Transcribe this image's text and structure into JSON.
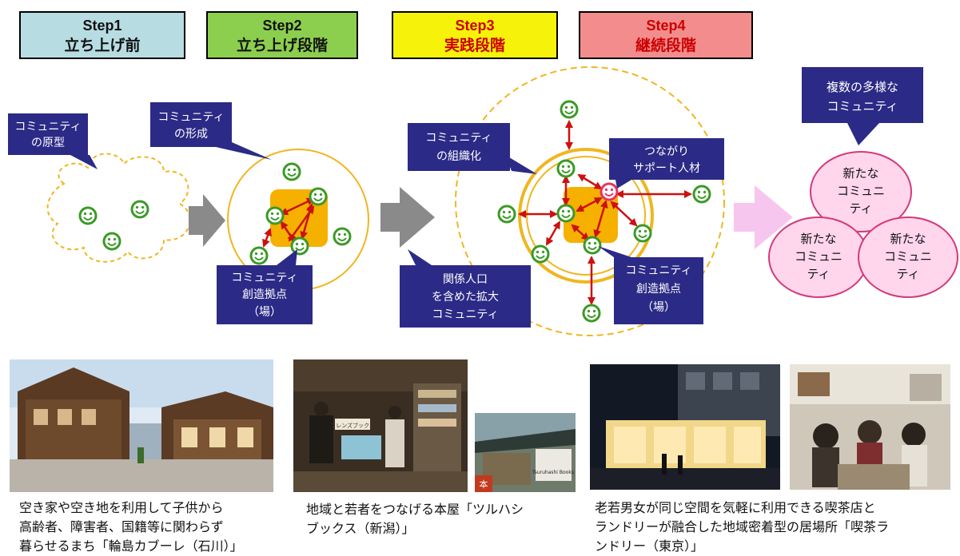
{
  "steps": [
    {
      "title": "Step1",
      "subtitle": "立ち上げ前",
      "bg": "#b7dde3",
      "color": "#111111"
    },
    {
      "title": "Step2",
      "subtitle": "立ち上げ段階",
      "bg": "#8ccf4e",
      "color": "#111111"
    },
    {
      "title": "Step3",
      "subtitle": "実践段階",
      "bg": "#f7f20a",
      "color": "#cc0000"
    },
    {
      "title": "Step4",
      "subtitle": "継続段階",
      "bg": "#f38d8d",
      "color": "#cc0000"
    }
  ],
  "callouts": {
    "prototype": [
      "コミュニティ",
      "の原型"
    ],
    "formation": [
      "コミュニティ",
      "の形成"
    ],
    "base2": [
      "コミュニティ",
      "創造拠点",
      "（場）"
    ],
    "organize": [
      "コミュニティ",
      "の組織化"
    ],
    "support": [
      "つながり",
      "サポート人材"
    ],
    "expand": [
      "関係人口",
      "を含めた拡大",
      "コミュニティ"
    ],
    "base3": [
      "コミュニティ",
      "創造拠点",
      "（場）"
    ],
    "diverse": [
      "複数の多様な",
      "コミュニティ"
    ]
  },
  "new_community": [
    "新たな",
    "コミュニ",
    "ティ"
  ],
  "captions": {
    "wajima": [
      "空き家や空き地を利用して子供から",
      "高齢者、障害者、国籍等に関わらず",
      "暮らせるまち「輪島カブーレ（石川）」"
    ],
    "tsuruhashi": [
      "地域と若者をつなげる本屋「ツルハシ",
      "ブックス（新潟）」"
    ],
    "laundry": [
      "老若男女が同じ空間を気軽に利用できる喫茶店と",
      "ランドリーが融合した地域密着型の居場所「喫茶ラ",
      "ンドリー（東京）」"
    ]
  },
  "photo_signs": {
    "bookshop": "フレンズブックス",
    "shop": "Tsuruhashi Books",
    "shop_mark": "本"
  },
  "colors": {
    "callout": "#2b2a86",
    "smiley": "#3a9a25",
    "smiley_red": "#e8315f",
    "arrow": "#cc1111",
    "base": "#f5b000",
    "ring": "#f0b620",
    "gray_arrow": "#8a8a8a",
    "pink_arrow": "#f7c6ee",
    "new_fill": "#ffd6ec",
    "new_border": "#d33a7a"
  }
}
